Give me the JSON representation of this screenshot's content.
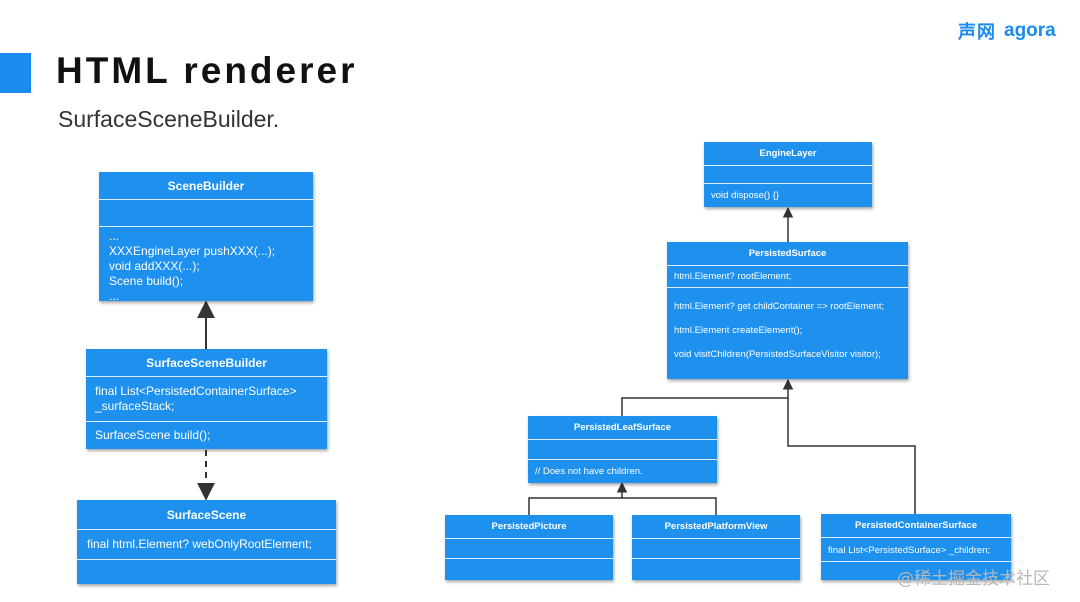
{
  "slide": {
    "title": "HTML renderer",
    "subtitle": "SurfaceSceneBuilder."
  },
  "logo": {
    "cn": "声网",
    "en": "agora"
  },
  "watermark": "@稀土掘金技术社区",
  "colors": {
    "accent": "#1a8cf0",
    "box": "#1e90ee"
  },
  "left_diagram": {
    "scene_builder": {
      "name": "SceneBuilder",
      "attributes": [],
      "methods": [
        "...",
        "XXXEngineLayer pushXXX(...);",
        "void addXXX(...);",
        "Scene build();",
        "..."
      ]
    },
    "surface_scene_builder": {
      "name": "SurfaceSceneBuilder",
      "attributes": [
        "final List<PersistedContainerSurface>",
        "_surfaceStack;"
      ],
      "methods": [
        "SurfaceScene build();"
      ]
    },
    "surface_scene": {
      "name": "SurfaceScene",
      "attributes": [
        "final html.Element? webOnlyRootElement;"
      ],
      "methods": []
    }
  },
  "right_diagram": {
    "engine_layer": {
      "name": "EngineLayer",
      "attributes": [],
      "methods": [
        "void dispose() {}"
      ]
    },
    "persisted_surface": {
      "name": "PersistedSurface",
      "attributes": [
        "html.Element? rootElement;"
      ],
      "methods": [
        "html.Element? get childContainer => rootElement;",
        "html.Element createElement();",
        "void visitChildren(PersistedSurfaceVisitor visitor);"
      ]
    },
    "persisted_leaf_surface": {
      "name": "PersistedLeafSurface",
      "attributes": [],
      "methods": [
        "// Does not have children."
      ]
    },
    "persisted_picture": {
      "name": "PersistedPicture",
      "attributes": [],
      "methods": []
    },
    "persisted_platform_view": {
      "name": "PersistedPlatformView",
      "attributes": [],
      "methods": []
    },
    "persisted_container_surface": {
      "name": "PersistedContainerSurface",
      "attributes": [
        "final List<PersistedSurface> _children;"
      ],
      "methods": []
    }
  }
}
